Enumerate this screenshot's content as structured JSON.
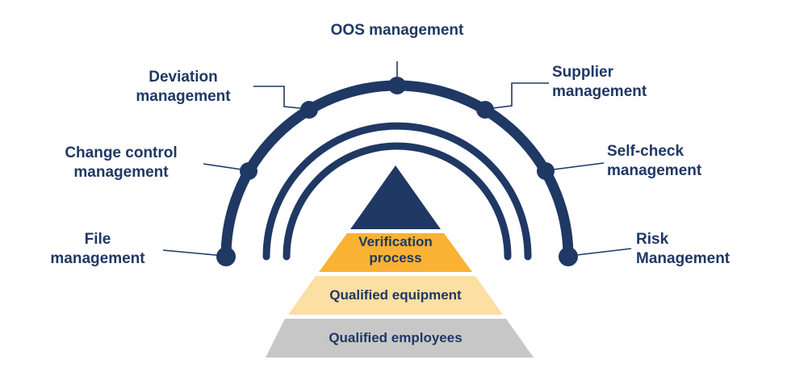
{
  "diagram": {
    "arc_labels": {
      "oos": "OOS management",
      "deviation": "Deviation\nmanagement",
      "supplier": "Supplier\nmanagement",
      "change_control": "Change control\nmanagement",
      "self_check": "Self-check\nmanagement",
      "file": "File\nmanagement",
      "risk": "Risk\nManagement"
    },
    "pyramid": {
      "apex_color": "#1F3864",
      "layers": [
        {
          "label": "Verification process",
          "color": "#F9B234"
        },
        {
          "label": "Qualified equipment",
          "color": "#FBDFA3"
        },
        {
          "label": "Qualified employees",
          "color": "#C7C7C7"
        }
      ]
    },
    "colors": {
      "navy": "#1F3864",
      "orange": "#F9B234",
      "light_orange": "#FBDFA3",
      "gray": "#C7C7C7"
    }
  }
}
